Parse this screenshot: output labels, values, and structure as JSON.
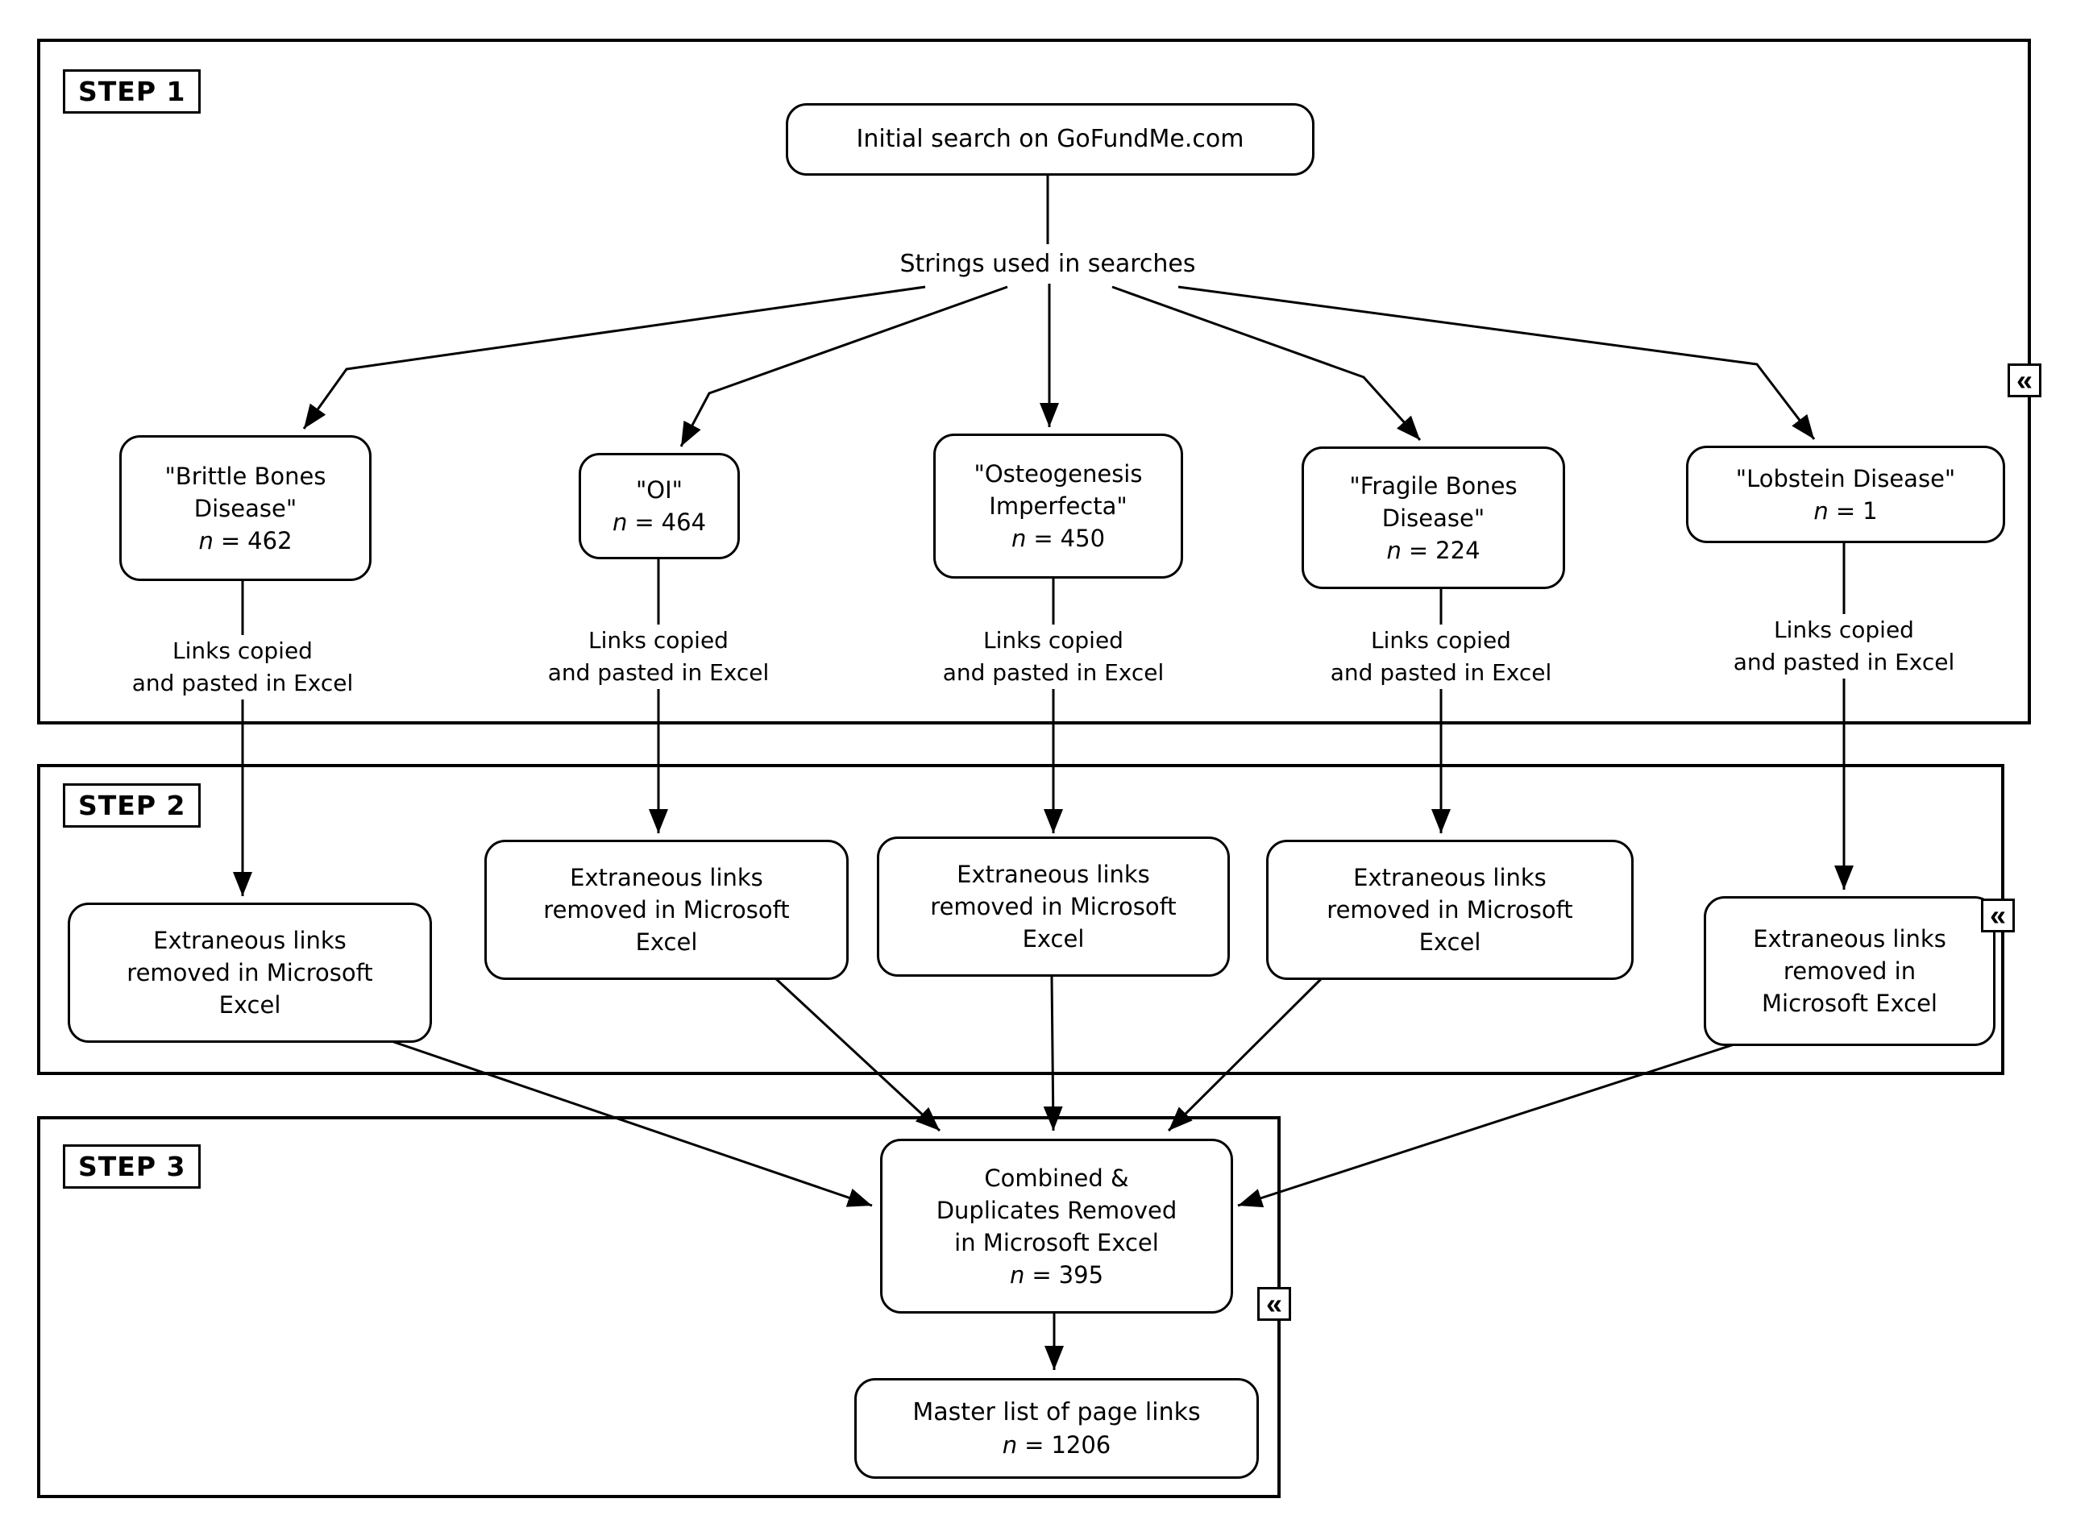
{
  "ui": {
    "collapse_glyph": "«"
  },
  "step1": {
    "label": "STEP 1",
    "initial": "Initial search on GoFundMe.com",
    "fan_label": "Strings used in searches",
    "links_label": "Links copied\nand pasted in Excel",
    "terms": [
      {
        "term": "\"Brittle Bones\nDisease\"",
        "n_var": "n",
        "n_eq": "=",
        "n_val": "462"
      },
      {
        "term": "\"OI\"",
        "n_var": "n",
        "n_eq": "=",
        "n_val": "464"
      },
      {
        "term": "\"Osteogenesis\nImperfecta\"",
        "n_var": "n",
        "n_eq": "=",
        "n_val": "450"
      },
      {
        "term": "\"Fragile Bones\nDisease\"",
        "n_var": "n",
        "n_eq": "=",
        "n_val": "224"
      },
      {
        "term": "\"Lobstein Disease\"",
        "n_var": "n",
        "n_eq": "=",
        "n_val": "1"
      }
    ]
  },
  "step2": {
    "label": "STEP 2",
    "boxes": [
      {
        "text": "Extraneous links\nremoved in Microsoft\nExcel"
      },
      {
        "text": "Extraneous links\nremoved in Microsoft\nExcel"
      },
      {
        "text": "Extraneous links\nremoved in Microsoft\nExcel"
      },
      {
        "text": "Extraneous links\nremoved in Microsoft\nExcel"
      },
      {
        "text": "Extraneous links\nremoved in\nMicrosoft Excel"
      }
    ]
  },
  "step3": {
    "label": "STEP 3",
    "combined": {
      "text": "Combined &\nDuplicates Removed\nin Microsoft Excel",
      "n_var": "n",
      "n_eq": "=",
      "n_val": "395"
    },
    "master": {
      "text": "Master list of page links",
      "n_var": "n",
      "n_eq": "=",
      "n_val": "1206"
    }
  }
}
